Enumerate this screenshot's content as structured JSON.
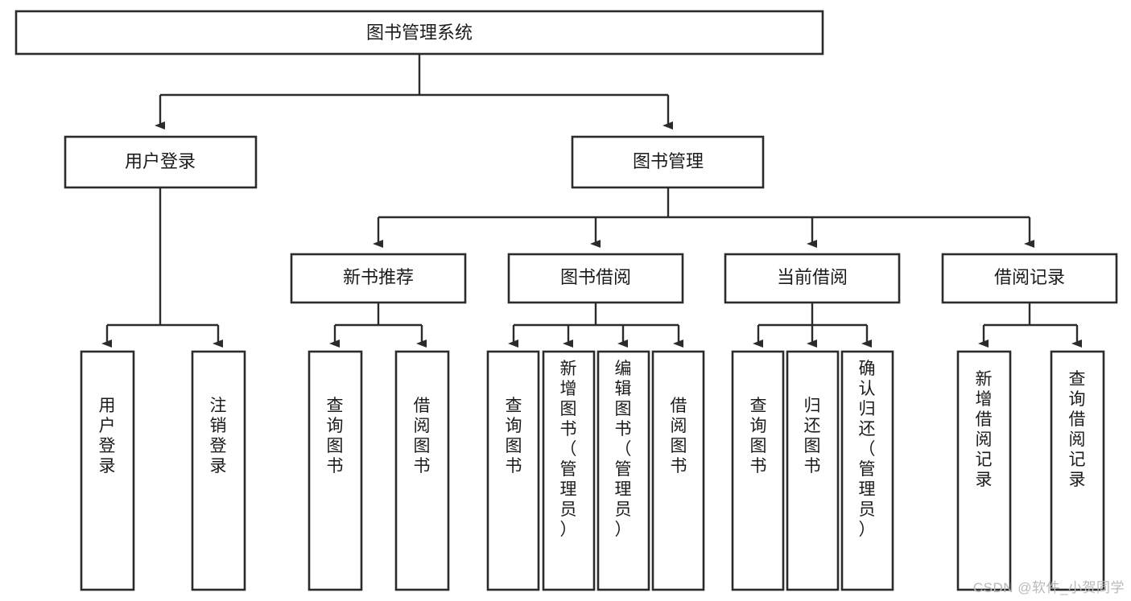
{
  "diagram": {
    "title": "图书管理系统",
    "type": "tree-hierarchy",
    "watermark": "CSDN @软件_小贺同学",
    "root": {
      "id": "root",
      "label": "图书管理系统"
    },
    "level1": [
      {
        "id": "user-login",
        "label": "用户登录"
      },
      {
        "id": "book-management",
        "label": "图书管理"
      }
    ],
    "level2": [
      {
        "id": "new-book-recommend",
        "label": "新书推荐",
        "parent": "book-management"
      },
      {
        "id": "book-borrow",
        "label": "图书借阅",
        "parent": "book-management"
      },
      {
        "id": "current-borrow",
        "label": "当前借阅",
        "parent": "book-management"
      },
      {
        "id": "borrow-record",
        "label": "借阅记录",
        "parent": "book-management"
      }
    ],
    "leaves": [
      {
        "id": "leaf-user-login",
        "label": "用户登录",
        "parent": "user-login"
      },
      {
        "id": "leaf-logout-login",
        "label": "注销登录",
        "parent": "user-login"
      },
      {
        "id": "leaf-query-book-1",
        "label": "查询图书",
        "parent": "new-book-recommend"
      },
      {
        "id": "leaf-borrow-book-1",
        "label": "借阅图书",
        "parent": "new-book-recommend"
      },
      {
        "id": "leaf-query-book-2",
        "label": "查询图书",
        "parent": "book-borrow"
      },
      {
        "id": "leaf-add-book",
        "label": "新增图书（管理员）",
        "parent": "book-borrow"
      },
      {
        "id": "leaf-edit-book",
        "label": "编辑图书（管理员）",
        "parent": "book-borrow"
      },
      {
        "id": "leaf-borrow-book-2",
        "label": "借阅图书",
        "parent": "book-borrow"
      },
      {
        "id": "leaf-query-book-3",
        "label": "查询图书",
        "parent": "current-borrow"
      },
      {
        "id": "leaf-return-book",
        "label": "归还图书",
        "parent": "current-borrow"
      },
      {
        "id": "leaf-confirm-return",
        "label": "确认归还（管理员）",
        "parent": "current-borrow"
      },
      {
        "id": "leaf-add-record",
        "label": "新增借阅记录",
        "parent": "borrow-record"
      },
      {
        "id": "leaf-query-record",
        "label": "查询借阅记录",
        "parent": "borrow-record"
      }
    ],
    "colors": {
      "box_stroke": "#2b2b2b",
      "box_fill": "#ffffff",
      "text": "#1b1b1b",
      "connector": "#2b2b2b",
      "watermark": "#b9b9b9",
      "background": "#ffffff"
    }
  }
}
